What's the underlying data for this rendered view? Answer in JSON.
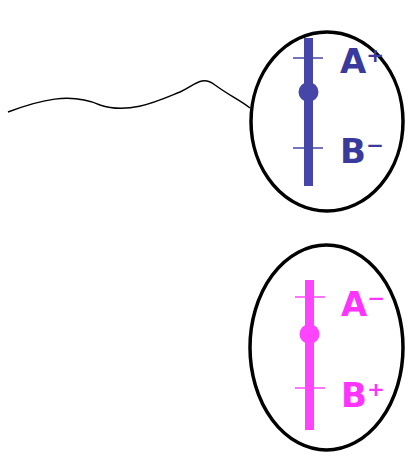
{
  "diagram": {
    "nodes": [
      {
        "text": [
          "A⁺",
          "B⁻"
        ]
      },
      {
        "text": [
          "A⁻",
          "B⁺"
        ]
      }
    ]
  }
}
